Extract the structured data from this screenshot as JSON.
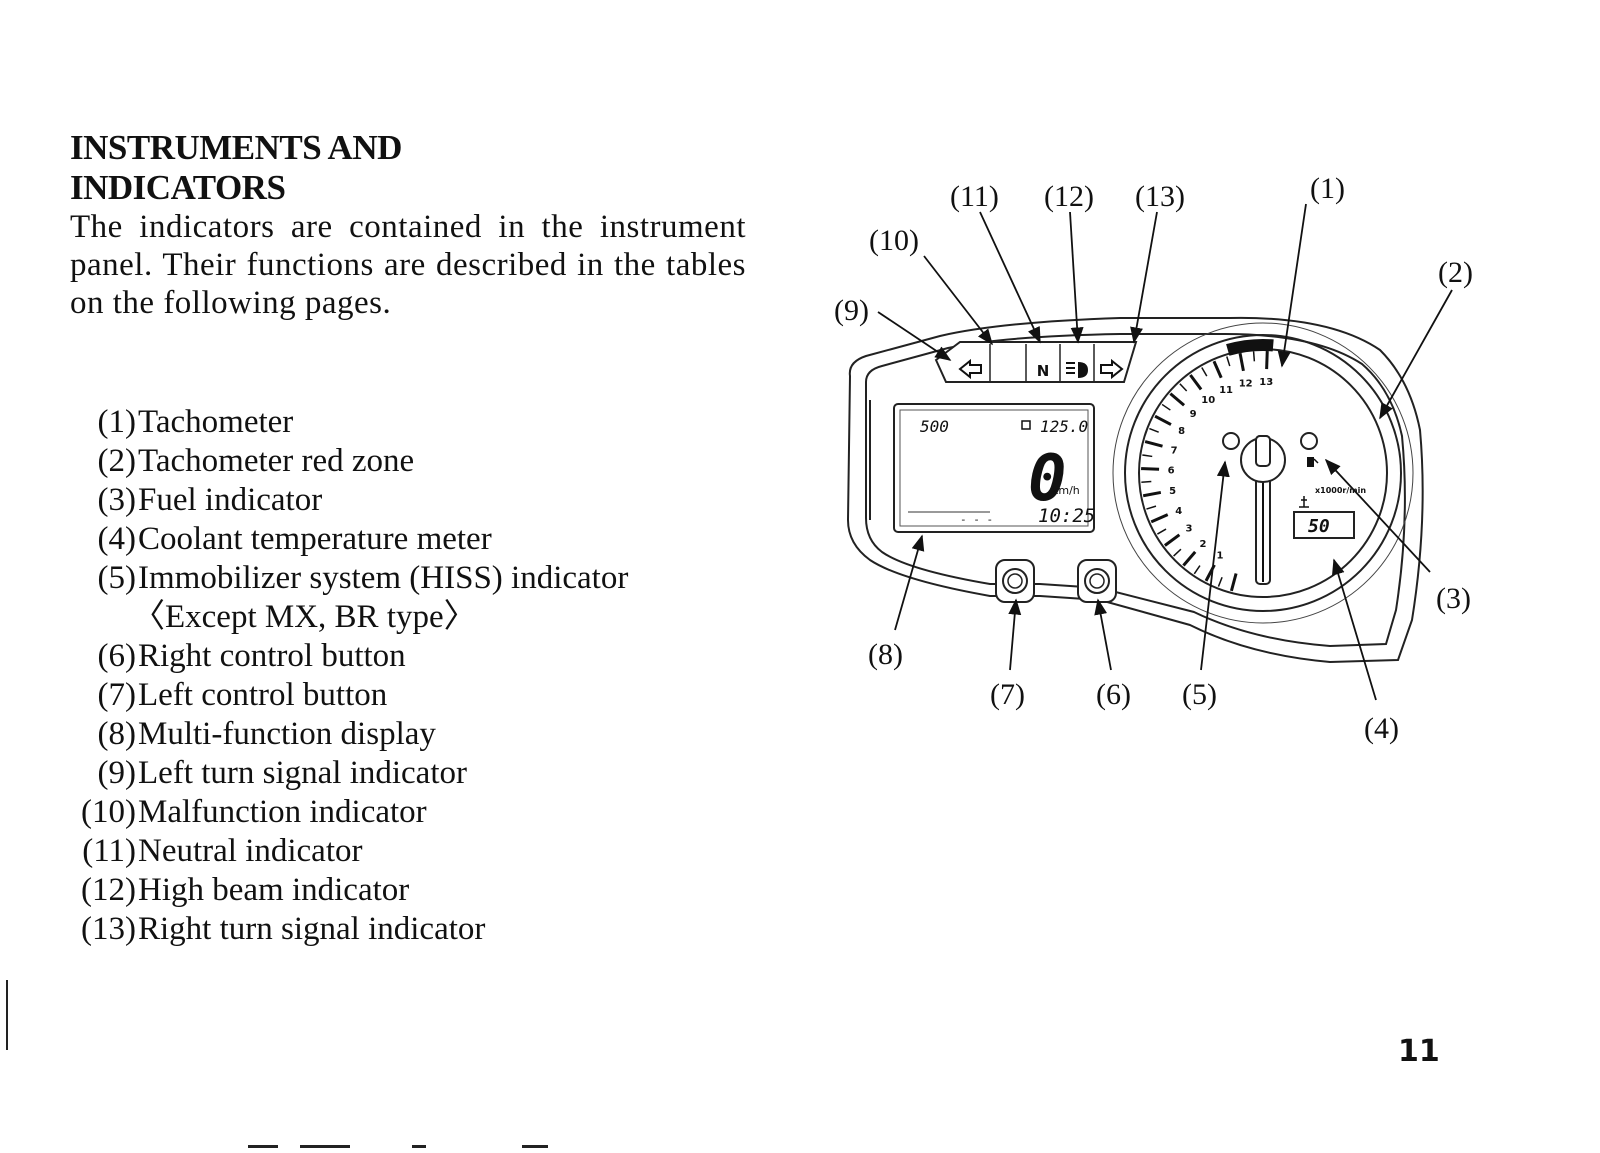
{
  "heading": {
    "line1": "INSTRUMENTS AND",
    "line2": "INDICATORS"
  },
  "intro": "The indicators are contained in the instrument panel. Their functions are described in the tables on the following pages.",
  "parts": [
    {
      "num": "(1)",
      "label": "Tachometer"
    },
    {
      "num": "(2)",
      "label": "Tachometer red zone"
    },
    {
      "num": "(3)",
      "label": "Fuel indicator"
    },
    {
      "num": "(4)",
      "label": "Coolant temperature meter"
    },
    {
      "num": "(5)",
      "label": "Immobilizer system (HISS) indicator",
      "note": "〈Except MX, BR type〉"
    },
    {
      "num": "(6)",
      "label": "Right control button"
    },
    {
      "num": "(7)",
      "label": "Left control button"
    },
    {
      "num": "(8)",
      "label": "Multi-function display"
    },
    {
      "num": "(9)",
      "label": "Left turn signal indicator"
    },
    {
      "num": "(10)",
      "label": "Malfunction indicator"
    },
    {
      "num": "(11)",
      "label": "Neutral indicator"
    },
    {
      "num": "(12)",
      "label": "High beam indicator"
    },
    {
      "num": "(13)",
      "label": "Right turn signal indicator"
    }
  ],
  "figure": {
    "callouts": [
      "(1)",
      "(2)",
      "(3)",
      "(4)",
      "(5)",
      "(6)",
      "(7)",
      "(8)",
      "(9)",
      "(10)",
      "(11)",
      "(12)",
      "(13)"
    ],
    "display": {
      "odo": "500",
      "trip": "125.0",
      "speed": "0",
      "speed_unit": "km/h",
      "clock": "10:25",
      "temp": "50",
      "neutral": "N",
      "tach_unit": "x1000r/min",
      "tach_ticks": [
        "1",
        "2",
        "3",
        "4",
        "5",
        "6",
        "7",
        "8",
        "9",
        "10",
        "11",
        "12",
        "13"
      ]
    },
    "icons": [
      "left-turn-arrow-icon",
      "neutral-icon",
      "high-beam-icon",
      "right-turn-arrow-icon",
      "fuel-pump-icon",
      "coolant-icon"
    ]
  },
  "page_number": "11"
}
